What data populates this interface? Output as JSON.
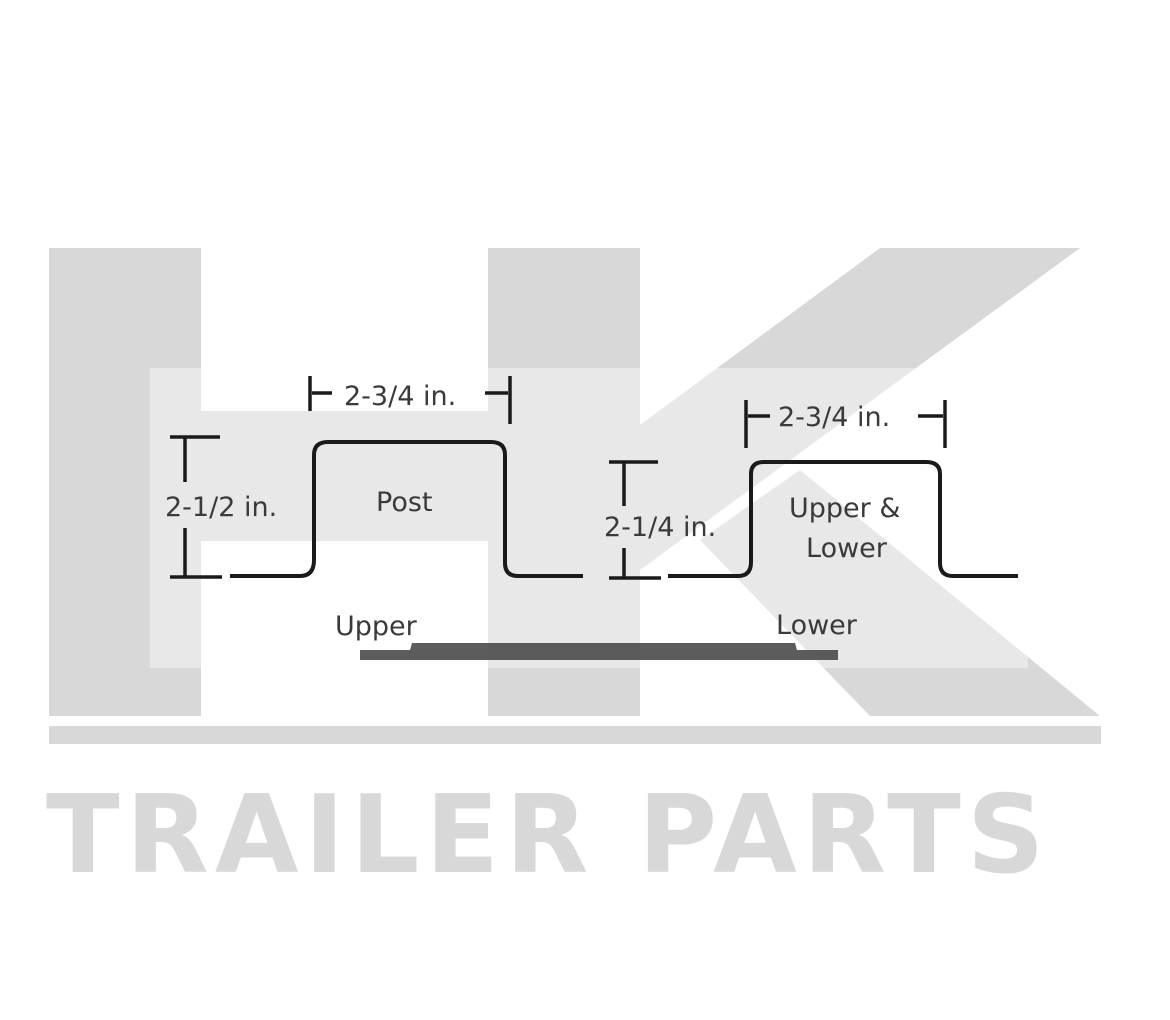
{
  "watermark": {
    "logo_letters": "HK",
    "tagline": "TRAILER PARTS",
    "color": "#d9d8d9"
  },
  "diagram": {
    "post": {
      "width_label": "2-3/4 in.",
      "height_label": "2-1/2 in.",
      "name": "Post"
    },
    "upper_lower": {
      "width_label": "2-3/4 in.",
      "height_label": "2-1/4 in.",
      "name_line1": "Upper &",
      "name_line2": "Lower"
    },
    "bar": {
      "left_label": "Upper",
      "right_label": "Lower"
    },
    "stroke_color": "#1a1a1a",
    "text_color": "#3a3a3a",
    "bar_color": "#4a4a4a"
  }
}
